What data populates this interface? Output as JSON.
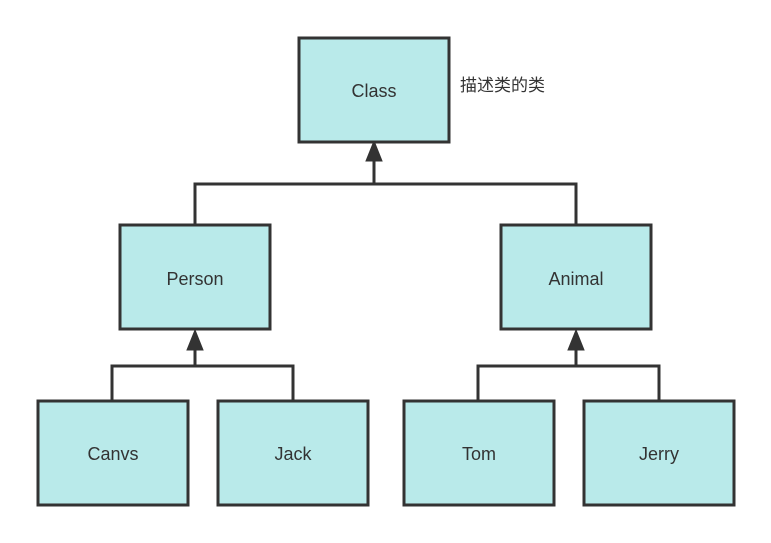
{
  "nodes": {
    "class": "Class",
    "person": "Person",
    "animal": "Animal",
    "canvs": "Canvs",
    "jack": "Jack",
    "tom": "Tom",
    "jerry": "Jerry"
  },
  "annotation": "描述类的类",
  "edges": [
    {
      "from": "person",
      "to": "class"
    },
    {
      "from": "animal",
      "to": "class"
    },
    {
      "from": "canvs",
      "to": "person"
    },
    {
      "from": "jack",
      "to": "person"
    },
    {
      "from": "tom",
      "to": "animal"
    },
    {
      "from": "jerry",
      "to": "animal"
    }
  ],
  "colors": {
    "node_fill": "#b9eaea",
    "stroke": "#333333",
    "text": "#333333"
  }
}
